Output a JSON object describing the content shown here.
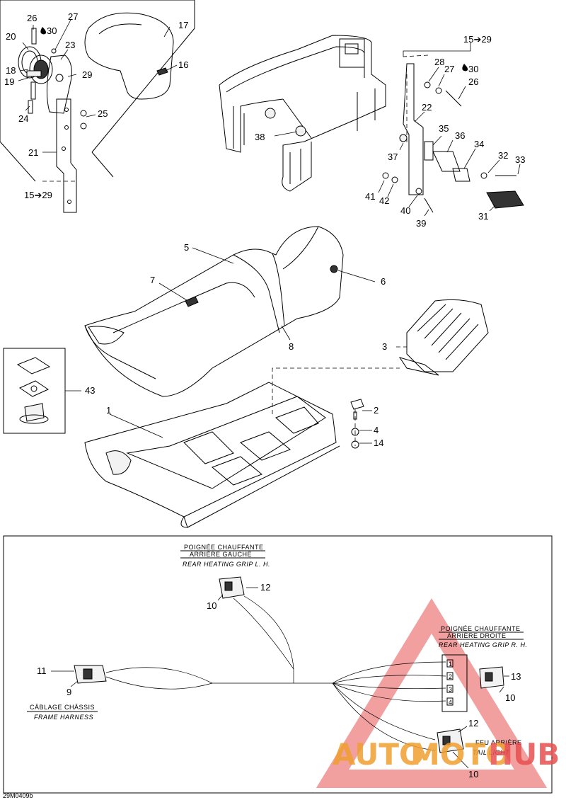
{
  "callouts": {
    "c26a": "26",
    "c30a": "30",
    "c27a": "27",
    "c20": "20",
    "c23": "23",
    "c18": "18",
    "c19": "19",
    "c29a": "29",
    "c24": "24",
    "c25": "25",
    "c21": "21",
    "ref_a": "15➔29",
    "c17": "17",
    "c16": "16",
    "ref_b": "15➔29",
    "c28": "28",
    "c27b": "27",
    "c30b": "30",
    "c26b": "26",
    "c22": "22",
    "c38": "38",
    "c37": "37",
    "c35": "35",
    "c36": "36",
    "c34": "34",
    "c32": "32",
    "c33": "33",
    "c41": "41",
    "c42": "42",
    "c40": "40",
    "c39": "39",
    "c31": "31",
    "c5": "5",
    "c6": "6",
    "c7": "7",
    "c8": "8",
    "c3": "3",
    "c43": "43",
    "c1": "1",
    "c2": "2",
    "c4": "4",
    "c14": "14",
    "c12a": "12",
    "c10a": "10",
    "c11": "11",
    "c9": "9",
    "c13": "13",
    "c10b": "10",
    "c12b": "12",
    "c10c": "10"
  },
  "wiring": {
    "left_grip_fr": "POIGNÉE CHAUFFANTE",
    "left_grip_fr2": "ARRIÈRE GAUCHE",
    "left_grip_en": "REAR HEATING GRIP L. H.",
    "right_grip_fr": "POIGNÉE CHAUFFANTE",
    "right_grip_fr2": "ARRIÈRE DROITE",
    "right_grip_en": "REAR HEATING GRIP R. H.",
    "harness_fr": "CÂBLAGE CHÂSSIS",
    "harness_en": "FRAME HARNESS",
    "tail_fr": "FEU ARRIÈRE",
    "tail_en": "TAIL LIGHT",
    "pins": [
      "1",
      "2",
      "3",
      "4"
    ]
  },
  "drawing_code": "29M0409b",
  "watermark": {
    "left": "AUTO",
    "mid": "MOTO",
    "right": "HUB"
  },
  "colors": {
    "watermark_red": "#e85050",
    "watermark_orange": "#f0a030",
    "ink": "#000000"
  }
}
